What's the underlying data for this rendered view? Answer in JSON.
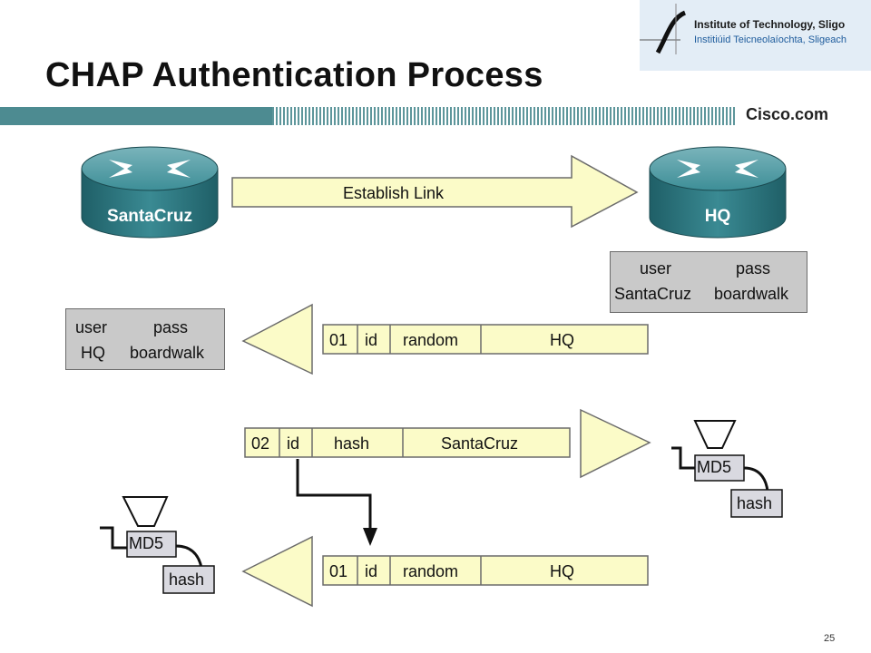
{
  "slide": {
    "title": "CHAP Authentication Process",
    "page_number": "25"
  },
  "header": {
    "logo_line1": "Institute of Technology, Sligo",
    "logo_line2": "Institiúid Teicneolaíochta, Sligeach",
    "cisco": "Cisco.com"
  },
  "routers": {
    "left": "SantaCruz",
    "right": "HQ"
  },
  "establish_link": "Establish Link",
  "hq_table": {
    "col1": "user",
    "col2": "pass",
    "val1": "SantaCruz",
    "val2": "boardwalk"
  },
  "santacruz_table": {
    "col1": "user",
    "col2": "pass",
    "val1": "HQ",
    "val2": "boardwalk"
  },
  "challenge": {
    "code": "01",
    "id": "id",
    "value": "random",
    "name": "HQ"
  },
  "response": {
    "code": "02",
    "id": "id",
    "value": "hash",
    "name": "SantaCruz"
  },
  "challenge_repeat": {
    "code": "01",
    "id": "id",
    "value": "random",
    "name": "HQ"
  },
  "md5_right": {
    "label": "MD5",
    "output": "hash"
  },
  "md5_left": {
    "label": "MD5",
    "output": "hash"
  },
  "colors": {
    "arrow_fill": "#fbfbc8",
    "router_body": "#2f7b84",
    "table_bg": "#c9c9c9",
    "bar_teal": "#4d8b91"
  }
}
